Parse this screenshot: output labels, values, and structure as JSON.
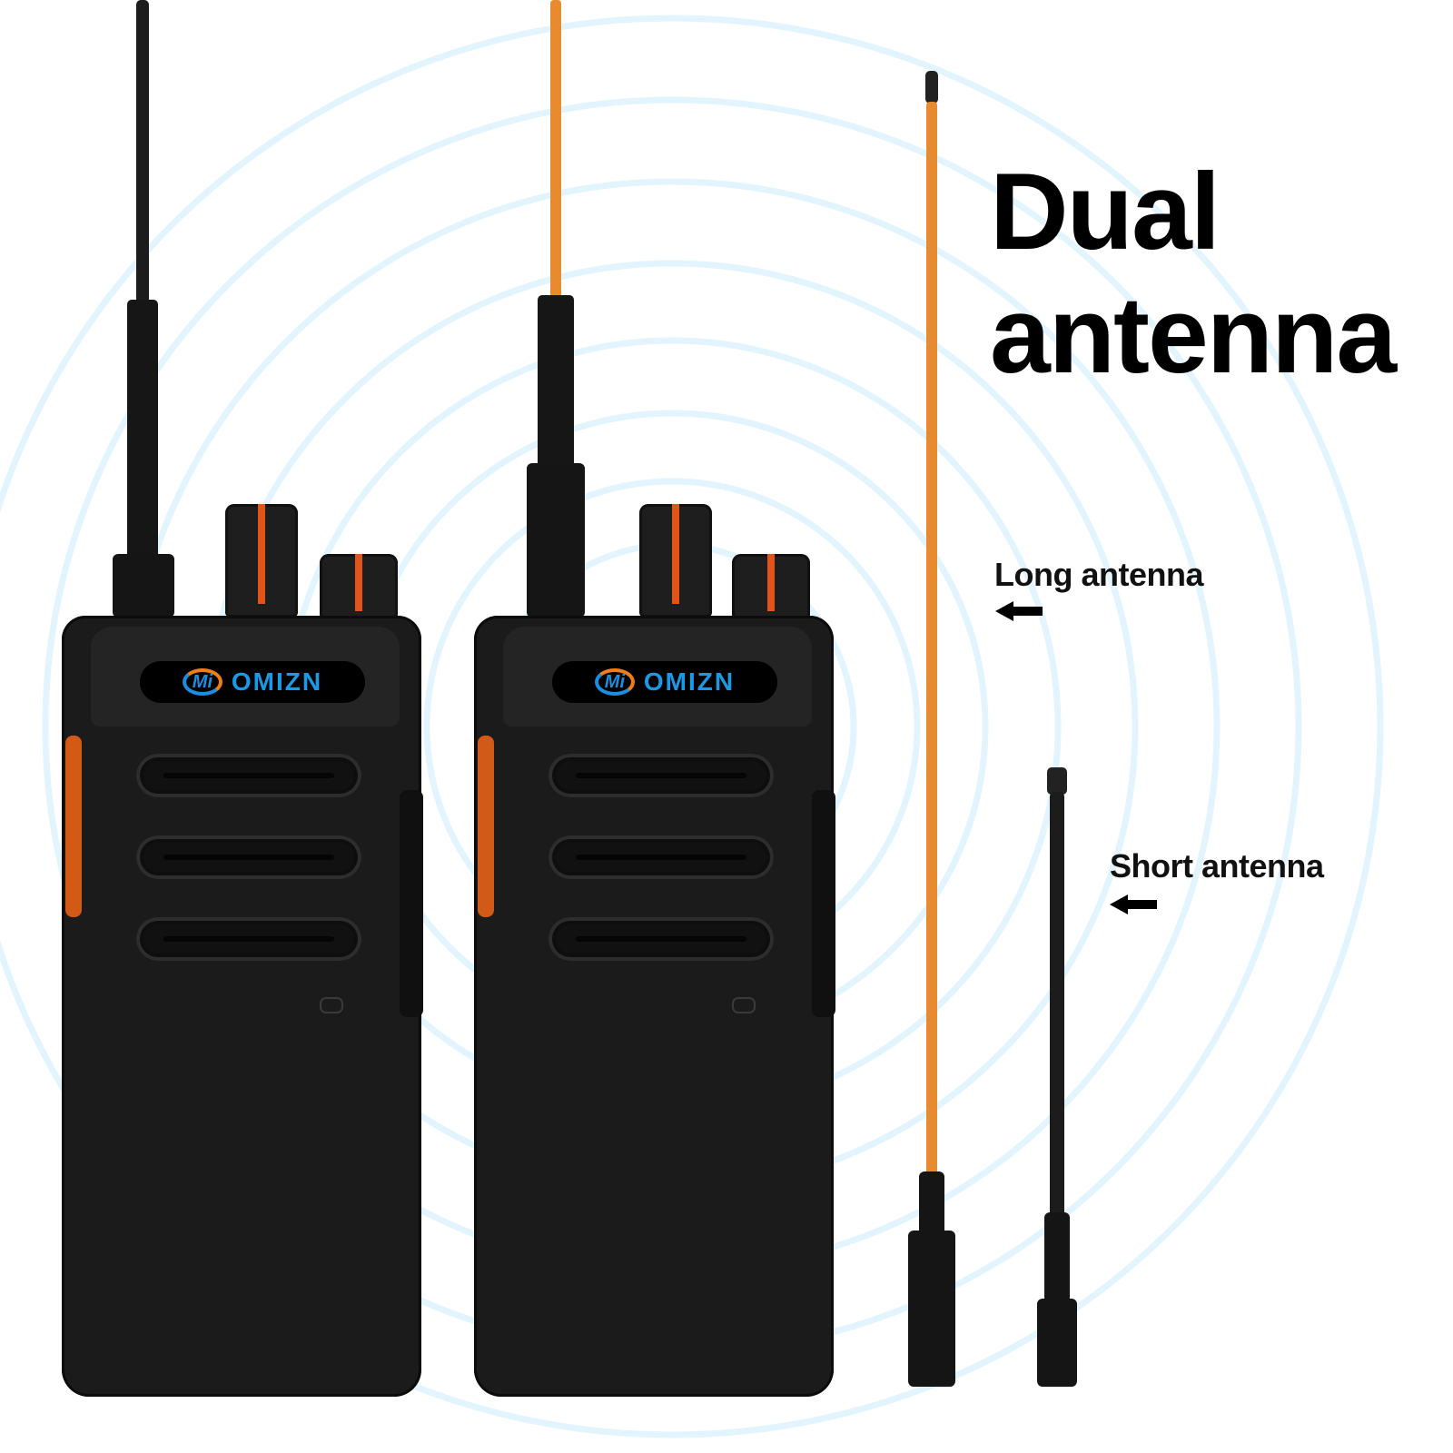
{
  "headline": {
    "line1": "Dual",
    "line2": "antenna"
  },
  "labels": {
    "long": "Long antenna",
    "short": "Short antenna"
  },
  "brand": {
    "mark": "Mi",
    "name": "OMIZN"
  },
  "colors": {
    "ring": "#dff3fd",
    "radio_body": "#1b1b1b",
    "accent_orange": "#e2541a",
    "long_antenna": "#e88a2e",
    "logo_blue": "#1a9ae6"
  },
  "products": [
    {
      "id": "radio-left",
      "antenna": "short-black"
    },
    {
      "id": "radio-right",
      "antenna": "long-orange"
    }
  ]
}
